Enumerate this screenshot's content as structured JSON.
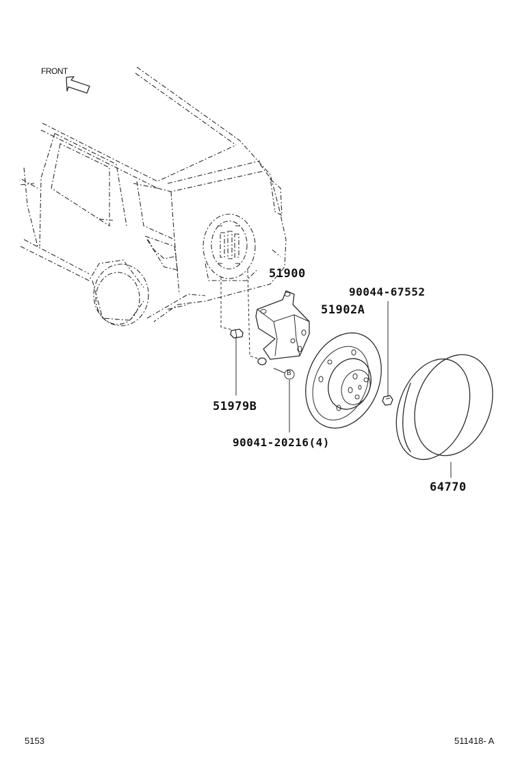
{
  "diagram": {
    "direction_label": "FRONT",
    "callout_letter": "B",
    "parts": {
      "p51900": "51900",
      "p51902A": "51902A",
      "p90044": "90044-67552",
      "p51979B": "51979B",
      "p90041": "90041-20216(4)",
      "p64770": "64770"
    },
    "footer_left": "5153",
    "footer_right": "511418- A"
  }
}
